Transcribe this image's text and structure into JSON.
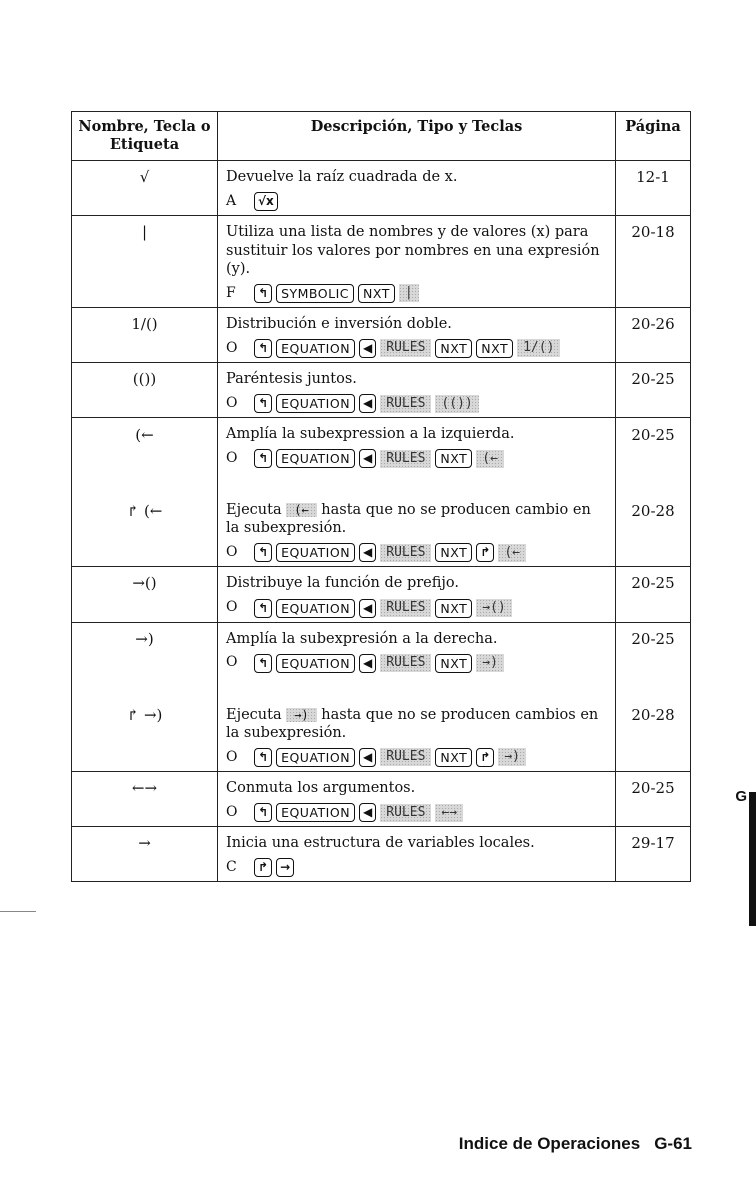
{
  "header": {
    "col1": "Nombre, Tecla o Etiqueta",
    "col2": "Descripción, Tipo y Teclas",
    "col3": "Página"
  },
  "rows": [
    {
      "items": [
        {
          "symbol": "√",
          "desc": "Devuelve la raíz cuadrada de x.",
          "type": "A",
          "keys": [
            "√x"
          ],
          "page": "12-1"
        }
      ]
    },
    {
      "items": [
        {
          "symbol": "|",
          "desc": "Utiliza una lista de nombres y de valores (x) para sustituir los valores por nombres en una expresión (y).",
          "type": "F",
          "keys": [
            "↰",
            "SYMBOLIC",
            "NXT",
            "|"
          ],
          "page": "20-18"
        }
      ]
    },
    {
      "items": [
        {
          "symbol": "1/()",
          "desc": "Distribución e inversión doble.",
          "type": "O",
          "keys": [
            "↰",
            "EQUATION",
            "◀",
            "RULES",
            "NXT",
            "NXT",
            "1/()"
          ],
          "page": "20-26"
        }
      ]
    },
    {
      "items": [
        {
          "symbol": "(())",
          "desc": "Paréntesis juntos.",
          "type": "O",
          "keys": [
            "↰",
            "EQUATION",
            "◀",
            "RULES",
            "(())"
          ],
          "page": "20-25"
        }
      ]
    },
    {
      "items": [
        {
          "symbol": "(←",
          "desc": "Amplía la subexpression a la izquierda.",
          "type": "O",
          "keys": [
            "↰",
            "EQUATION",
            "◀",
            "RULES",
            "NXT",
            "(←"
          ],
          "page": "20-25"
        },
        {
          "symbol": "↱ (←",
          "desc_pre": "Ejecuta",
          "desc_menu": "(←",
          "desc_post": "hasta que no se producen cambio en la subexpresión.",
          "type": "O",
          "keys": [
            "↰",
            "EQUATION",
            "◀",
            "RULES",
            "NXT",
            "↱",
            "(←"
          ],
          "page": "20-28"
        }
      ]
    },
    {
      "items": [
        {
          "symbol": "→()",
          "desc": "Distribuye la función de prefijo.",
          "type": "O",
          "keys": [
            "↰",
            "EQUATION",
            "◀",
            "RULES",
            "NXT",
            "→()"
          ],
          "page": "20-25"
        }
      ]
    },
    {
      "items": [
        {
          "symbol": "→)",
          "desc": "Amplía la subexpresión a la derecha.",
          "type": "O",
          "keys": [
            "↰",
            "EQUATION",
            "◀",
            "RULES",
            "NXT",
            "→)"
          ],
          "page": "20-25"
        },
        {
          "symbol": "↱ →)",
          "desc_pre": "Ejecuta",
          "desc_menu": "→)",
          "desc_post": "hasta que no se producen cambios en la subexpresión.",
          "type": "O",
          "keys": [
            "↰",
            "EQUATION",
            "◀",
            "RULES",
            "NXT",
            "↱",
            "→)"
          ],
          "page": "20-28"
        }
      ]
    },
    {
      "items": [
        {
          "symbol": "←→",
          "desc": "Conmuta los argumentos.",
          "type": "O",
          "keys": [
            "↰",
            "EQUATION",
            "◀",
            "RULES",
            "←→"
          ],
          "page": "20-25"
        }
      ]
    },
    {
      "items": [
        {
          "symbol": "→",
          "desc": "Inicia una estructura de variables locales.",
          "type": "C",
          "keys": [
            "↱",
            "→"
          ],
          "page": "29-17"
        }
      ]
    }
  ],
  "side_tab": "G",
  "footer": {
    "section": "Indice de Operaciones",
    "page": "G-61"
  }
}
